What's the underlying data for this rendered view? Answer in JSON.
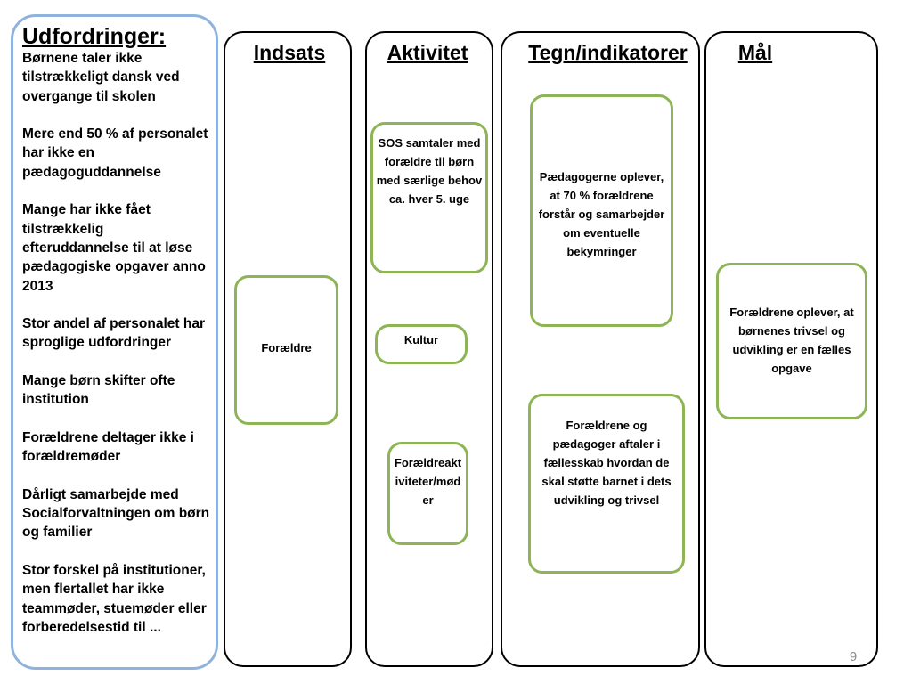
{
  "challenges": {
    "title": "Udfordringer:",
    "items": [
      "Børnene taler ikke tilstrækkeligt dansk ved overgange til skolen",
      "Mere end 50 % af personalet har ikke en pædagoguddannelse",
      "Mange har ikke fået tilstrækkelig efteruddannelse til at løse pædagogiske opgaver anno 2013",
      "Stor andel af personalet har sproglige udfordringer",
      "Mange børn skifter ofte institution",
      "Forældrene deltager ikke i forældremøder",
      "Dårligt samarbejde med Socialforvaltningen om børn og familier",
      "Stor forskel på institutioner, men flertallet har ikke teammøder, stuemøder eller forberedelsestid til ..."
    ]
  },
  "columns": {
    "indsats": "Indsats",
    "aktivitet": "Aktivitet",
    "tegn": "Tegn/indikatorer",
    "maal": "Mål"
  },
  "boxes": {
    "foraeldre": "Forældre",
    "sos_samtaler": "SOS samtaler med forældre til børn med særlige behov ca. hver 5. uge",
    "kultur": "Kultur",
    "foraeldreaktiviteter": "Forældreakt iviteter/mød er",
    "paedagoger_oplever": "Pædagogerne oplever, at 70 % forældrene forstår og samarbejder om eventuelle bekymringer",
    "aftaler": "Forældrene og pædagoger aftaler i fællesskab hvordan de skal støtte barnet i dets udvikling og trivsel",
    "maal_text": "Forældrene oplever, at børnenes trivsel og udvikling er en fælles opgave"
  },
  "page_number": "9",
  "colors": {
    "challenge_border": "#8fb3dc",
    "box_border": "#8db455",
    "column_border": "#000000"
  }
}
